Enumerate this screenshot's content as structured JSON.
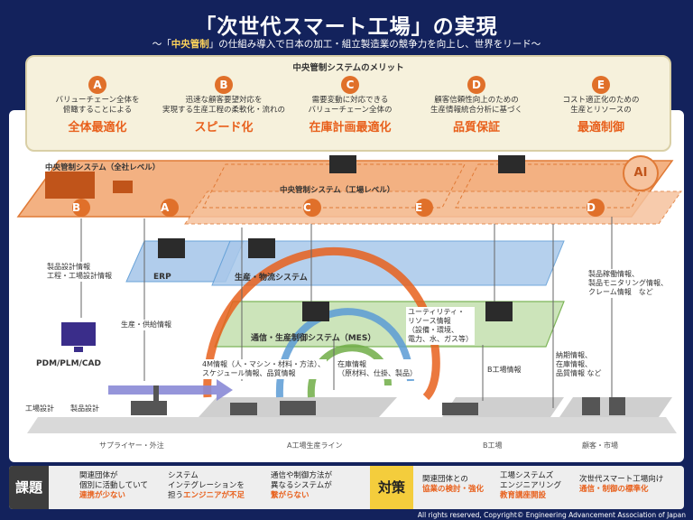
{
  "title": "「次世代スマート工場」の実現",
  "subtitle": {
    "prefix": "～「",
    "emph": "中央管制",
    "suffix": "」の仕組み導入で日本の加工・組立製造業の競争力を向上し、世界をリード～"
  },
  "merits": {
    "title": "中央管制システムのメリット",
    "items": [
      {
        "badge": "A",
        "line1": "バリューチェーン全体を",
        "line2": "俯瞰することによる",
        "head": "全体最適化"
      },
      {
        "badge": "B",
        "line1": "迅速な顧客要望対応を",
        "line2": "実現する生産工程の柔軟化・流れの",
        "head": "スピード化"
      },
      {
        "badge": "C",
        "line1": "需要変動に対応できる",
        "line2": "バリューチェーン全体の",
        "head": "在庫計画最適化"
      },
      {
        "badge": "D",
        "line1": "顧客信頼性向上のための",
        "line2": "生産情報統合分析に基づく",
        "head": "品質保証"
      },
      {
        "badge": "E",
        "line1": "コスト適正化のための",
        "line2": "生産とリソースの",
        "head": "最適制御"
      }
    ]
  },
  "diagram": {
    "layer_company": "中央管制システム（全社レベル）",
    "layer_factory": "中央管制システム（工場レベル）",
    "erp": "ERP",
    "production": "生産・物流システム",
    "mes": "通信・生産制御システム（MES）",
    "pdm": "PDM/PLM/CAD",
    "ai": "AI",
    "badges": {
      "b1": "B",
      "a1": "A",
      "c1": "C",
      "e1": "E",
      "d1": "D"
    },
    "labels": {
      "design_info_1": "製品設計情報",
      "design_info_2": "工程・工場設計情報",
      "supply_info": "生産・供給情報",
      "fourm_1": "4M情報（人・マシン・材料・方法）、",
      "fourm_2": "スケジュール情報、品質情報",
      "stock_1": "在庫情報",
      "stock_2": "（原材料、仕掛、製品）",
      "util_1": "ユーティリティ・",
      "util_2": "リソース情報",
      "util_3": "（設備・環境、",
      "util_4": "電力、水、ガス等）",
      "bfactory_info": "B工場情報",
      "prod_op_1": "製品稼働情報、",
      "prod_op_2": "製品モニタリング情報、",
      "prod_op_3": "クレーム情報　など",
      "delivery_1": "納期情報、",
      "delivery_2": "在庫情報、",
      "delivery_3": "品質情報 など"
    },
    "bottom_labels": {
      "factory_design": "工場設計",
      "product_design": "製品設計",
      "supplier": "サプライヤー・外注",
      "a_line": "A工場生産ライン",
      "b_factory": "B工場",
      "customer": "顧客・市場"
    }
  },
  "issues": {
    "label": "課題",
    "items": [
      {
        "line1": "関連団体が",
        "line2": "個別に活動していて",
        "hl": "連携が少ない"
      },
      {
        "line1": "システム",
        "line2": "インテグレーションを",
        "pre": "担う",
        "hl": "エンジニアが不足"
      },
      {
        "line1": "通信や制御方法が",
        "line2": "異なるシステムが",
        "hl": "繋がらない"
      }
    ]
  },
  "measures": {
    "label": "対策",
    "items": [
      {
        "line1": "関連団体との",
        "hl": "協業の検討・強化"
      },
      {
        "line1": "工場システムズ",
        "line2": "エンジニアリング",
        "hl": "教育講座開設"
      },
      {
        "line1": "次世代スマート工場向け",
        "hl": "通信・制御の標準化"
      }
    ]
  },
  "copyright": "All rights reserved, Copyright© Engineering Advancement Association of Japan",
  "colors": {
    "orange": "#e8601c",
    "blue": "#5b9bd5",
    "green": "#70ad47",
    "navy": "#13225c",
    "yellow": "#f4cd3c"
  }
}
